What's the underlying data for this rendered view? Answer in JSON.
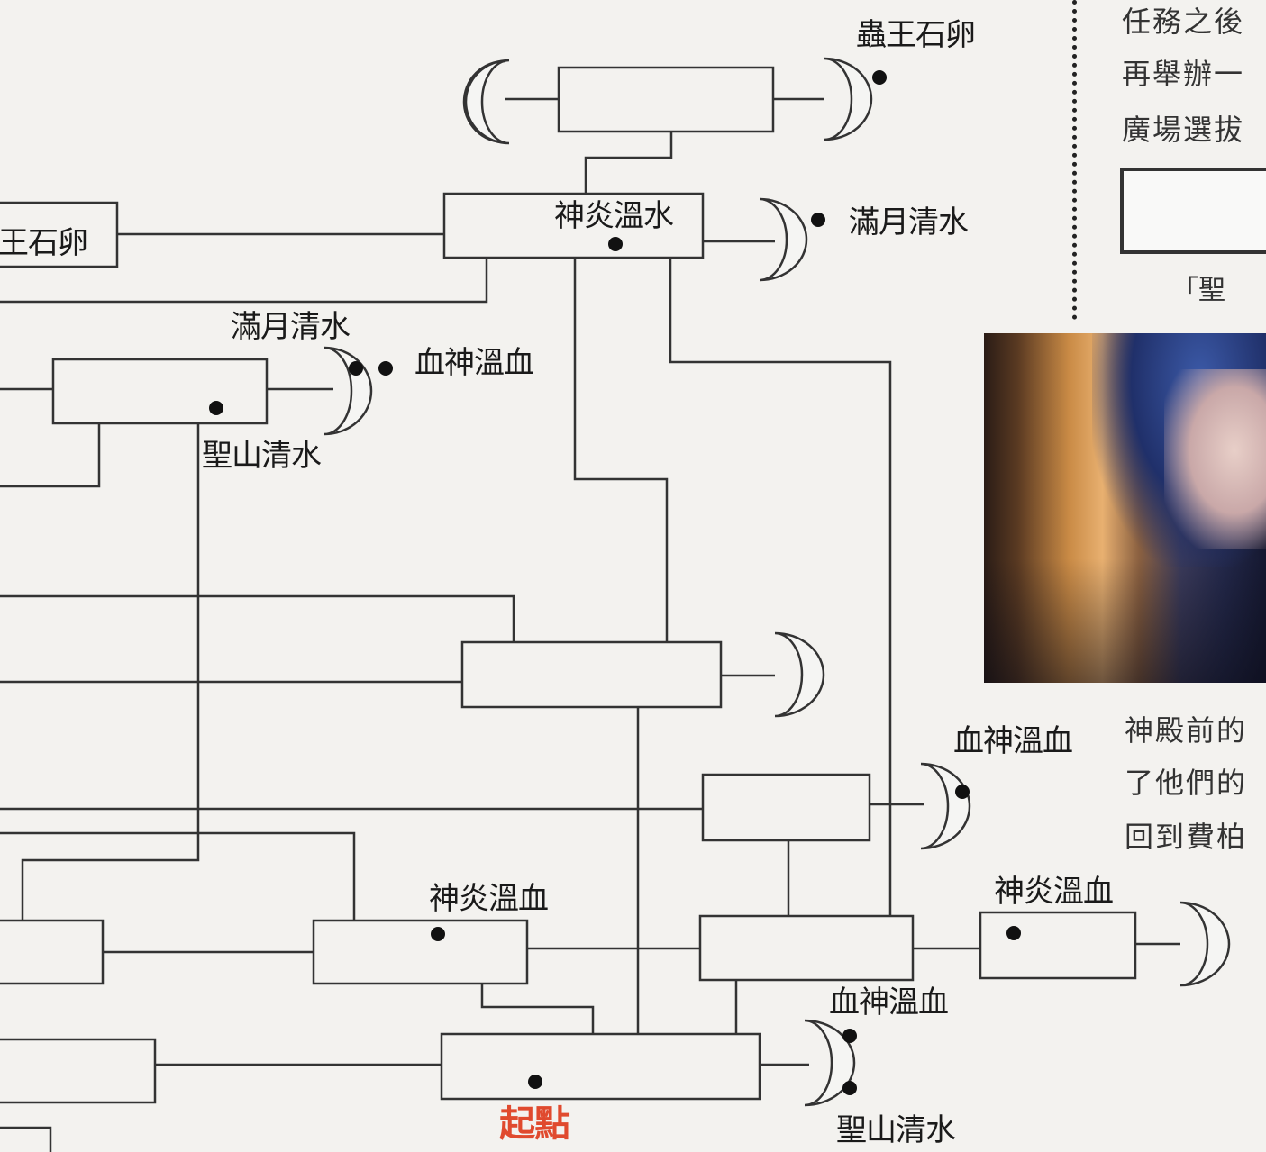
{
  "diagram": {
    "rooms": [
      {
        "id": "top"
      },
      {
        "id": "upper",
        "label": "神炎溫水",
        "items": 1
      },
      {
        "id": "left-edge",
        "label": "王石卵"
      },
      {
        "id": "left",
        "items": 1
      },
      {
        "id": "middle"
      },
      {
        "id": "east"
      },
      {
        "id": "mid-left",
        "label": "神炎溫血",
        "items": 1
      },
      {
        "id": "mid-right"
      },
      {
        "id": "far-right",
        "label": "神炎溫血",
        "items": 1
      },
      {
        "id": "start",
        "items": 1
      },
      {
        "id": "left-stub-1"
      },
      {
        "id": "left-stub-2"
      },
      {
        "id": "left-stub-3"
      }
    ],
    "doors": [
      {
        "id": "door-top-left",
        "items": 0
      },
      {
        "id": "door-top-right",
        "label": "蟲王石卵",
        "items": 1
      },
      {
        "id": "door-upper",
        "label": "滿月清水",
        "items": 1
      },
      {
        "id": "door-left",
        "labels": [
          "滿月清水",
          "血神溫血",
          "聖山清水"
        ],
        "items": 2
      },
      {
        "id": "door-middle",
        "items": 0
      },
      {
        "id": "door-east",
        "label": "血神溫血",
        "items": 1
      },
      {
        "id": "door-far-right",
        "items": 0
      },
      {
        "id": "door-start",
        "labels": [
          "血神溫血",
          "聖山清水"
        ],
        "items": 2
      }
    ],
    "start_label": "起點",
    "colors": {
      "line": "#333333",
      "start": "#e04a2e",
      "background": "#f3f2ef"
    }
  },
  "sidebar": {
    "lines_top": [
      "任務之後",
      "再舉辦一",
      "廣場選拔"
    ],
    "caption": "「聖",
    "lines_bottom": [
      "神殿前的",
      "了他們的",
      "回到費柏"
    ]
  }
}
